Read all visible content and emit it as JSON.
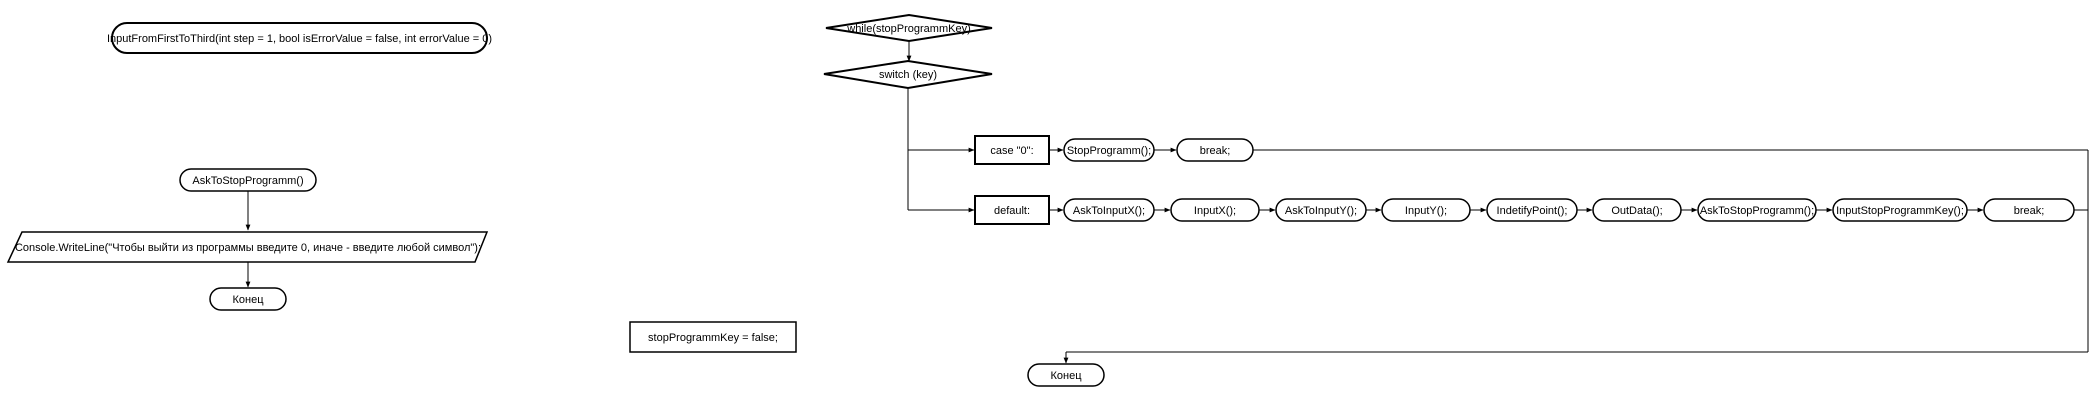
{
  "left_flow": {
    "function_header": "InputFromFirstToThird(int step = 1, bool isErrorValue = false, int errorValue = 0)",
    "ask_call": "AskToStopProgramm()",
    "console_output": "Console.WriteLine(\"Чтобы выйти из программы введите 0, иначе - введите любой символ\");",
    "end": "Конец"
  },
  "middle": {
    "assign": "stopProgrammKey = false;"
  },
  "right_flow": {
    "while": "while(stopProgrammKey)",
    "switch": "switch (key)",
    "case0": {
      "label": "case \"0\":",
      "steps": [
        "StopProgramm();",
        "break;"
      ]
    },
    "default": {
      "label": "default:",
      "steps": [
        "AskToInputX();",
        "InputX();",
        "AskToInputY();",
        "InputY();",
        "IndetifyPoint();",
        "OutData();",
        "AskToStopProgramm();",
        "InputStopProgrammKey();",
        "break;"
      ]
    },
    "end": "Конец"
  }
}
